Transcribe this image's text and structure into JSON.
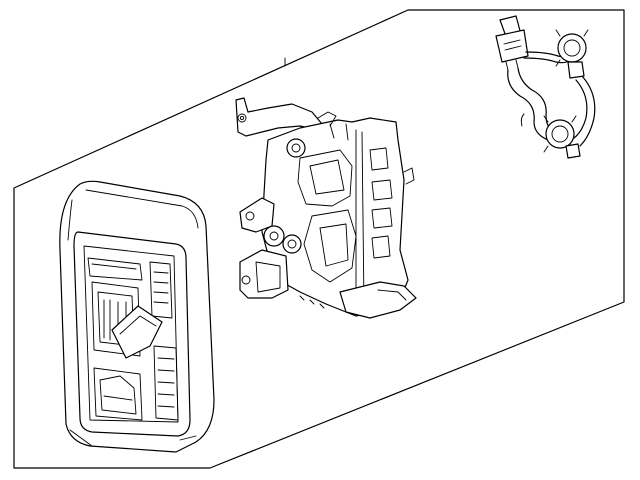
{
  "diagram": {
    "background": "#ffffff",
    "line_color": "#000000",
    "parts": [
      {
        "name": "tail-lamp-assembly"
      },
      {
        "name": "lamp-housing-bracket"
      },
      {
        "name": "bulb-socket-wiring-harness"
      }
    ]
  }
}
